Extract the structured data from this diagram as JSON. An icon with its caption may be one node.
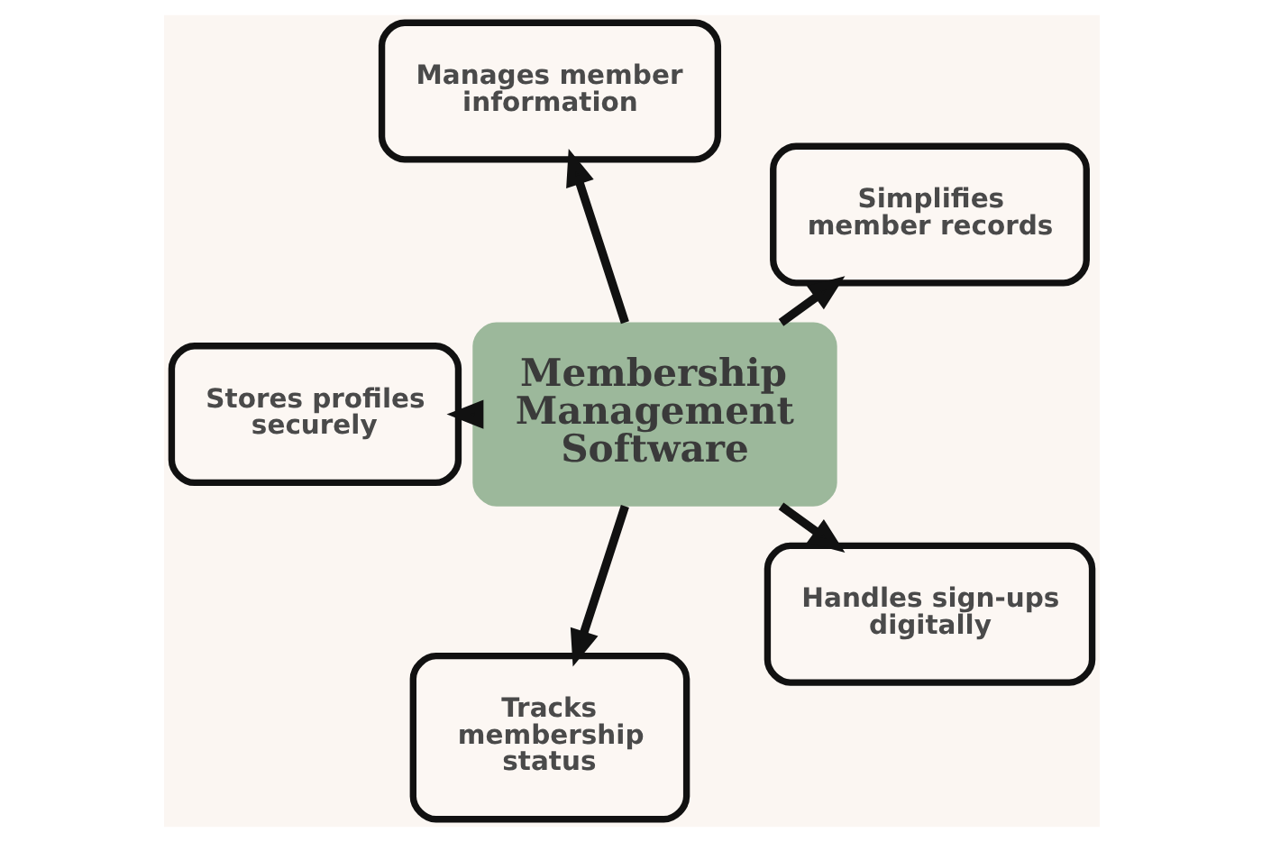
{
  "diagram": {
    "nodes": [
      {
        "text": [
          "Manages member information"
        ]
      },
      {
        "text": [
          "Simplifies member records"
        ]
      },
      {
        "text": [
          "Membership Management Software"
        ]
      },
      {
        "text": [
          "Stores profiles securely"
        ]
      },
      {
        "text": [
          "Handles sign-ups digitally"
        ]
      },
      {
        "text": [
          "Tracks membership status"
        ]
      }
    ],
    "edges": [
      {
        "from": 2,
        "to": 0,
        "arrow": "to"
      },
      {
        "from": 2,
        "to": 1,
        "arrow": "to"
      },
      {
        "from": 2,
        "to": 3,
        "arrow": "to"
      },
      {
        "from": 2,
        "to": 4,
        "arrow": "to"
      },
      {
        "from": 2,
        "to": 5,
        "arrow": "to"
      }
    ]
  }
}
